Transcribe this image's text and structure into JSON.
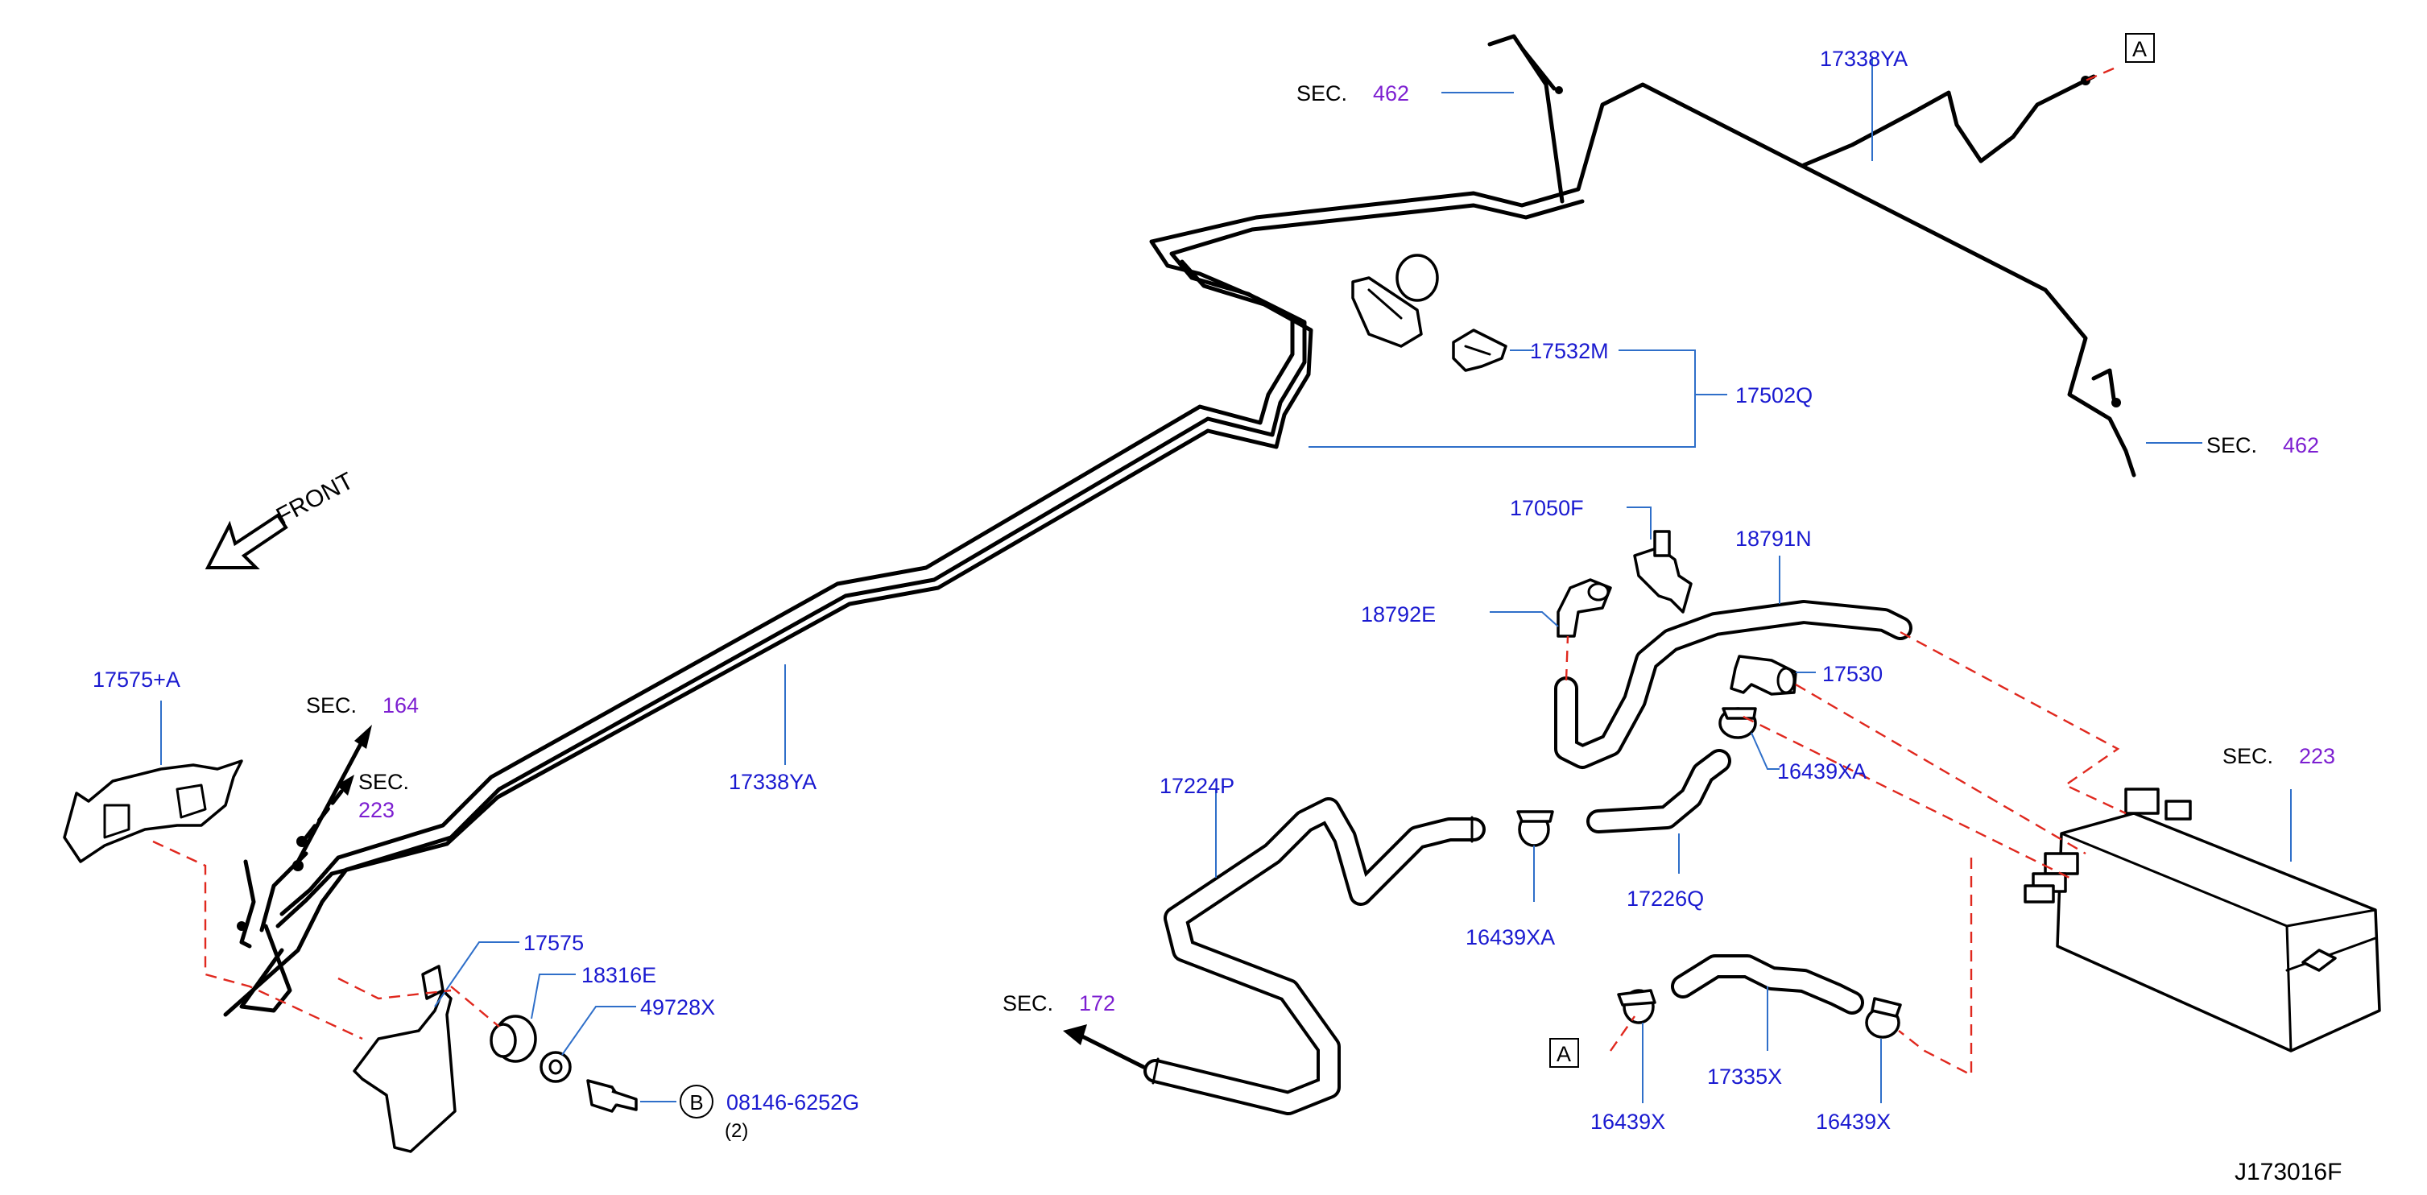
{
  "colors": {
    "part_number": "#1a1ad0",
    "section_ref": "#7d1fd1",
    "text": "#000000",
    "leader": "#2f6fc9",
    "dashed_connection": "#e0281e",
    "line": "#000000"
  },
  "front_label": "FRONT",
  "figure_id": "J173016F",
  "sec_prefix": "SEC.",
  "sections": {
    "sec462_top": "462",
    "sec462_right": "462",
    "sec164": "164",
    "sec223_left": "223",
    "sec223_right": "223",
    "sec172": "172"
  },
  "parts": {
    "p17338YA_top": "17338YA",
    "p17338YA_mid": "17338YA",
    "p17532M": "17532M",
    "p17502Q": "17502Q",
    "p17050F": "17050F",
    "p18791N": "18791N",
    "p18792E": "18792E",
    "p17530": "17530",
    "p16439XA_right": "16439XA",
    "p17575A": "17575+A",
    "p17224P": "17224P",
    "p16439XA_mid": "16439XA",
    "p17226Q": "17226Q",
    "p17575": "17575",
    "p18316E": "18316E",
    "p49728X": "49728X",
    "p08146": "08146-6252G",
    "p08146_qty": "(2)",
    "p17335X": "17335X",
    "p16439X_left": "16439X",
    "p16439X_right": "16439X"
  },
  "callouts": {
    "a_top": "A",
    "a_bottom": "A",
    "b_bolt": "B"
  }
}
